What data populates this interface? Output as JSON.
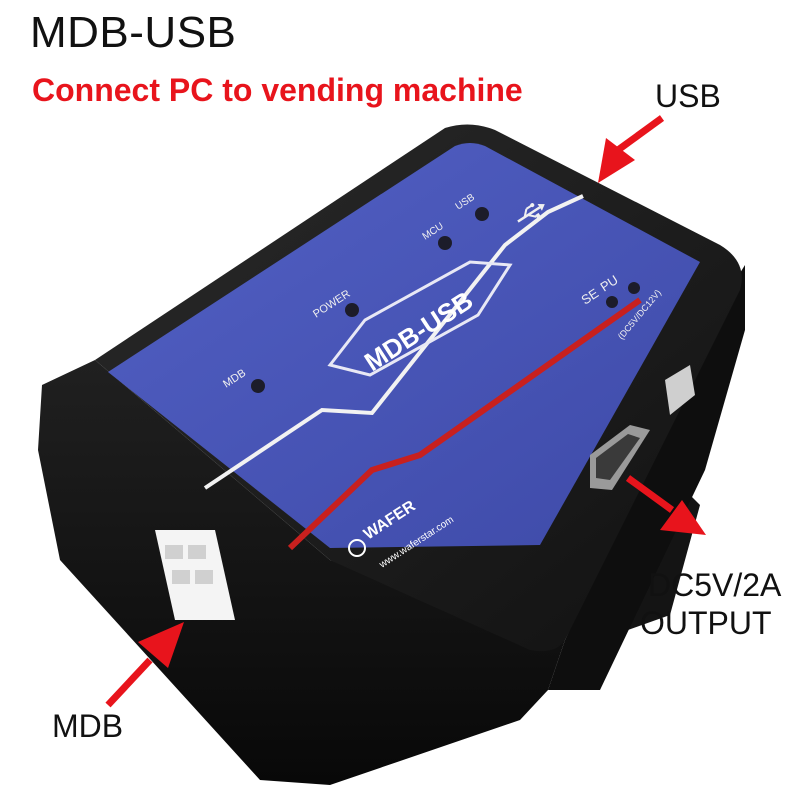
{
  "header": {
    "title": "MDB-USB",
    "subtitle": "Connect PC to vending machine"
  },
  "callouts": {
    "usb": "USB",
    "dc_line1": "DC5V/2A",
    "dc_line2": "OUTPUT",
    "mdb": "MDB"
  },
  "device": {
    "panel_text": "MDB-USB",
    "leds": {
      "mdb": "MDB",
      "power": "POWER",
      "mcu": "MCU",
      "usb": "USB",
      "se": "SE",
      "pu": "PU"
    },
    "voltage_note": "(DC5V/DC12V)",
    "brand": "WAFER",
    "website": "www.waferstar.com"
  },
  "colors": {
    "label_blue": "#4a58b8",
    "arrow_red": "#e8141c",
    "case_black": "#151515"
  },
  "icons": [
    "usb-icon",
    "wafer-logo"
  ]
}
